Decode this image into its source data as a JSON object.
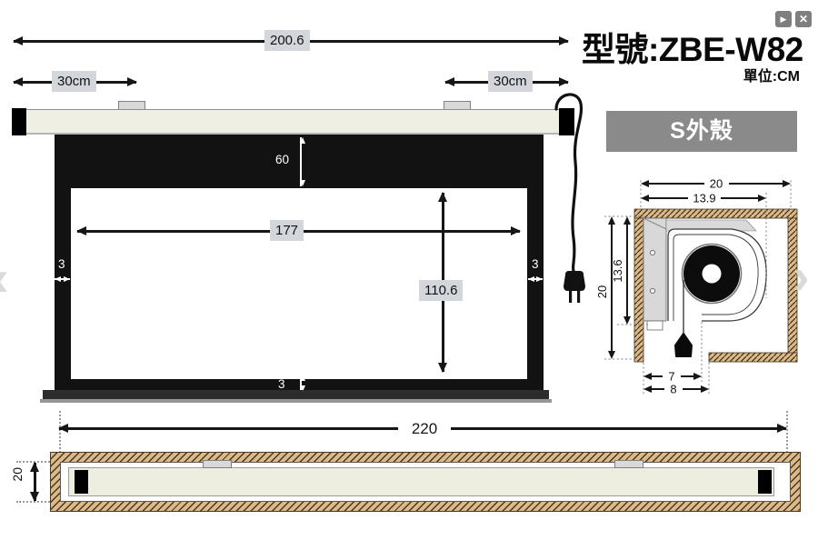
{
  "window": {
    "next_button": "▶",
    "close_button": "✕",
    "prev_chevron": "‹",
    "next_chevron": "›"
  },
  "header": {
    "model": "型號:ZBE-W82",
    "unit": "單位:CM",
    "shell_label": "S外殼"
  },
  "front_view": {
    "total_width": "200.6",
    "bracket_offset_left": "30cm",
    "bracket_offset_right": "30cm",
    "top_drop": "60",
    "viewing_width": "177",
    "viewing_height": "110.6",
    "border_left": "3",
    "border_right": "3",
    "border_bottom": "3"
  },
  "cross_section": {
    "outer_width": "20",
    "inner_width": "13.9",
    "outer_height": "20",
    "inner_height": "13.6",
    "opening_width": "7",
    "opening_outer_width": "8"
  },
  "top_view": {
    "case_length": "220",
    "case_depth": "20"
  },
  "colors": {
    "hatch_fill": "#dcb988",
    "banner_bg": "#8a8a8a",
    "dim_label_bg": "#d3d7dc",
    "housing_fill": "#f0efe3"
  }
}
